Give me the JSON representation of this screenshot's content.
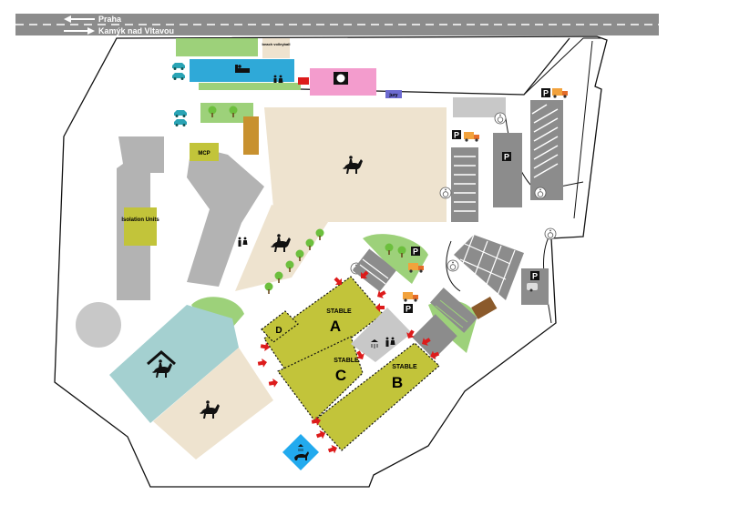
{
  "road": {
    "to_praha": "Praha",
    "to_kamyk": "Kamýk nad Vltavou"
  },
  "labels": {
    "beach_volleyball": "beach volleyball",
    "mcp": "MCP",
    "isolation_units": "Isolation Units",
    "jury": "jury",
    "stable_a_word": "STABLE",
    "stable_a_letter": "A",
    "stable_b_word": "STABLE",
    "stable_b_letter": "B",
    "stable_c_word": "STABLE",
    "stable_c_letter": "C",
    "stable_d_letter": "D",
    "parking": "P"
  },
  "icons": [
    "car-icon",
    "bed-icon",
    "toilet-icon",
    "restaurant-icon",
    "tree-icon",
    "horse-rider-icon",
    "parking-icon",
    "truck-icon",
    "wheelchair-icon",
    "shower-icon",
    "trailer-icon",
    "horse-wash-icon",
    "entrance-arrow-icon"
  ],
  "colors": {
    "road": "#8c8c8c",
    "building": "#b3b3b3",
    "arena": "#eee3cf",
    "grass": "#9dd17a",
    "stable": "#c2c43a",
    "indoor_hall": "#a4d0d0",
    "accommodation": "#2fa9d8",
    "restaurant": "#f39ccd",
    "arrow": "#dd1b1b",
    "wash": "#22aaee",
    "hay": "#c8912f"
  }
}
